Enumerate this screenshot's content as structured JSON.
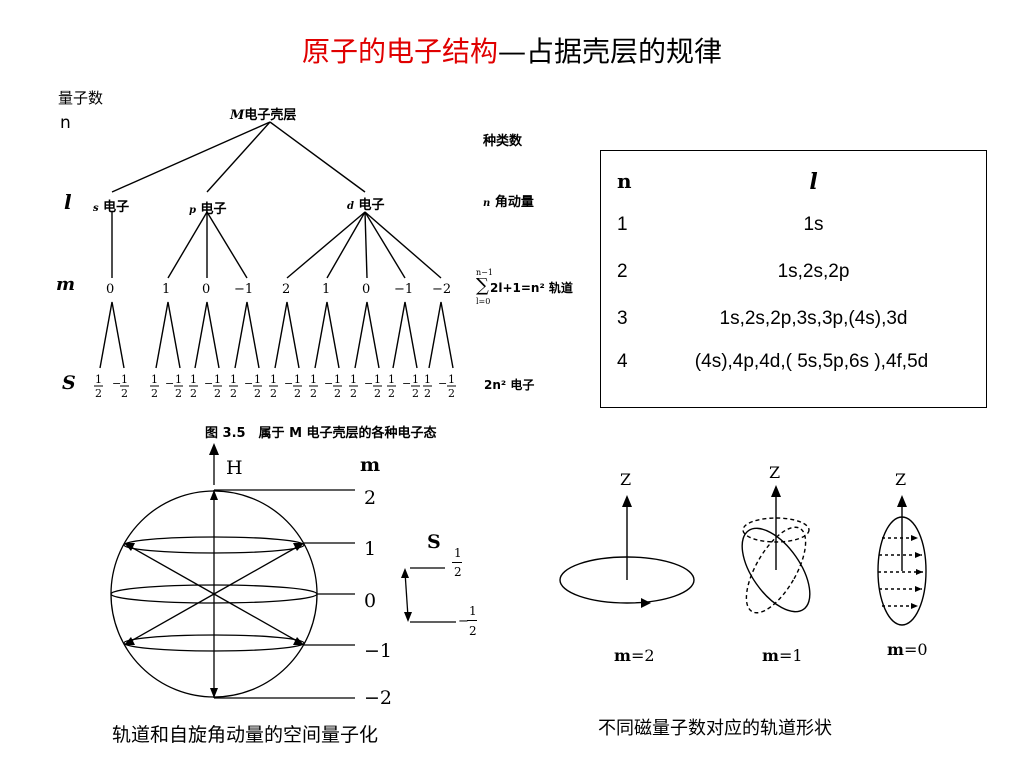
{
  "title": {
    "red": "原子的电子结构",
    "rest": "—占据壳层的规律"
  },
  "tree": {
    "left_label": "量子数",
    "left_n": "n",
    "left_l": "l",
    "left_m": "m",
    "left_s": "S",
    "root": "电子壳层",
    "root_prefix": "M",
    "l_nodes": [
      {
        "prefix": "s",
        "label": "电子"
      },
      {
        "prefix": "p",
        "label": "电子"
      },
      {
        "prefix": "d",
        "label": "电子"
      }
    ],
    "m_values": [
      "0",
      "1",
      "0",
      "−1",
      "2",
      "1",
      "0",
      "−1",
      "−2"
    ],
    "s_plus": "1",
    "s_minus": "1",
    "s_den": "2",
    "right_count": "种类数",
    "right_l_prefix": "n",
    "right_l": "角动量",
    "right_m_top": "n−1",
    "right_m_bot": "l=0",
    "right_m": "2l+1=n² 轨道",
    "right_s": "2n² 电子",
    "caption": "图 3.5　属于 M 电子壳层的各种电子态"
  },
  "table": {
    "headers": {
      "n": "n",
      "l": "l"
    },
    "rows": [
      {
        "n": "1",
        "l": "1s"
      },
      {
        "n": "2",
        "l": "1s,2s,2p"
      },
      {
        "n": "3",
        "l": "1s,2s,2p,3s,3p,(4s),3d"
      },
      {
        "n": "4",
        "l": "(4s),4p,4d,( 5s,5p,6s ),4f,5d"
      }
    ]
  },
  "sphere": {
    "field_label": "H",
    "m_header": "m",
    "m_levels": [
      "2",
      "1",
      "0",
      "−1",
      "−2"
    ],
    "caption": "轨道和自旋角动量的空间量子化"
  },
  "spin": {
    "label": "S",
    "up_num": "1",
    "up_den": "2",
    "down_sign": "−",
    "down_num": "1",
    "down_den": "2"
  },
  "orbits": {
    "axis_label": "Z",
    "labels": [
      {
        "m": "m",
        "eq": "=2"
      },
      {
        "m": "m",
        "eq": "=1"
      },
      {
        "m": "m",
        "eq": "=0"
      }
    ],
    "caption": "不同磁量子数对应的轨道形状"
  }
}
